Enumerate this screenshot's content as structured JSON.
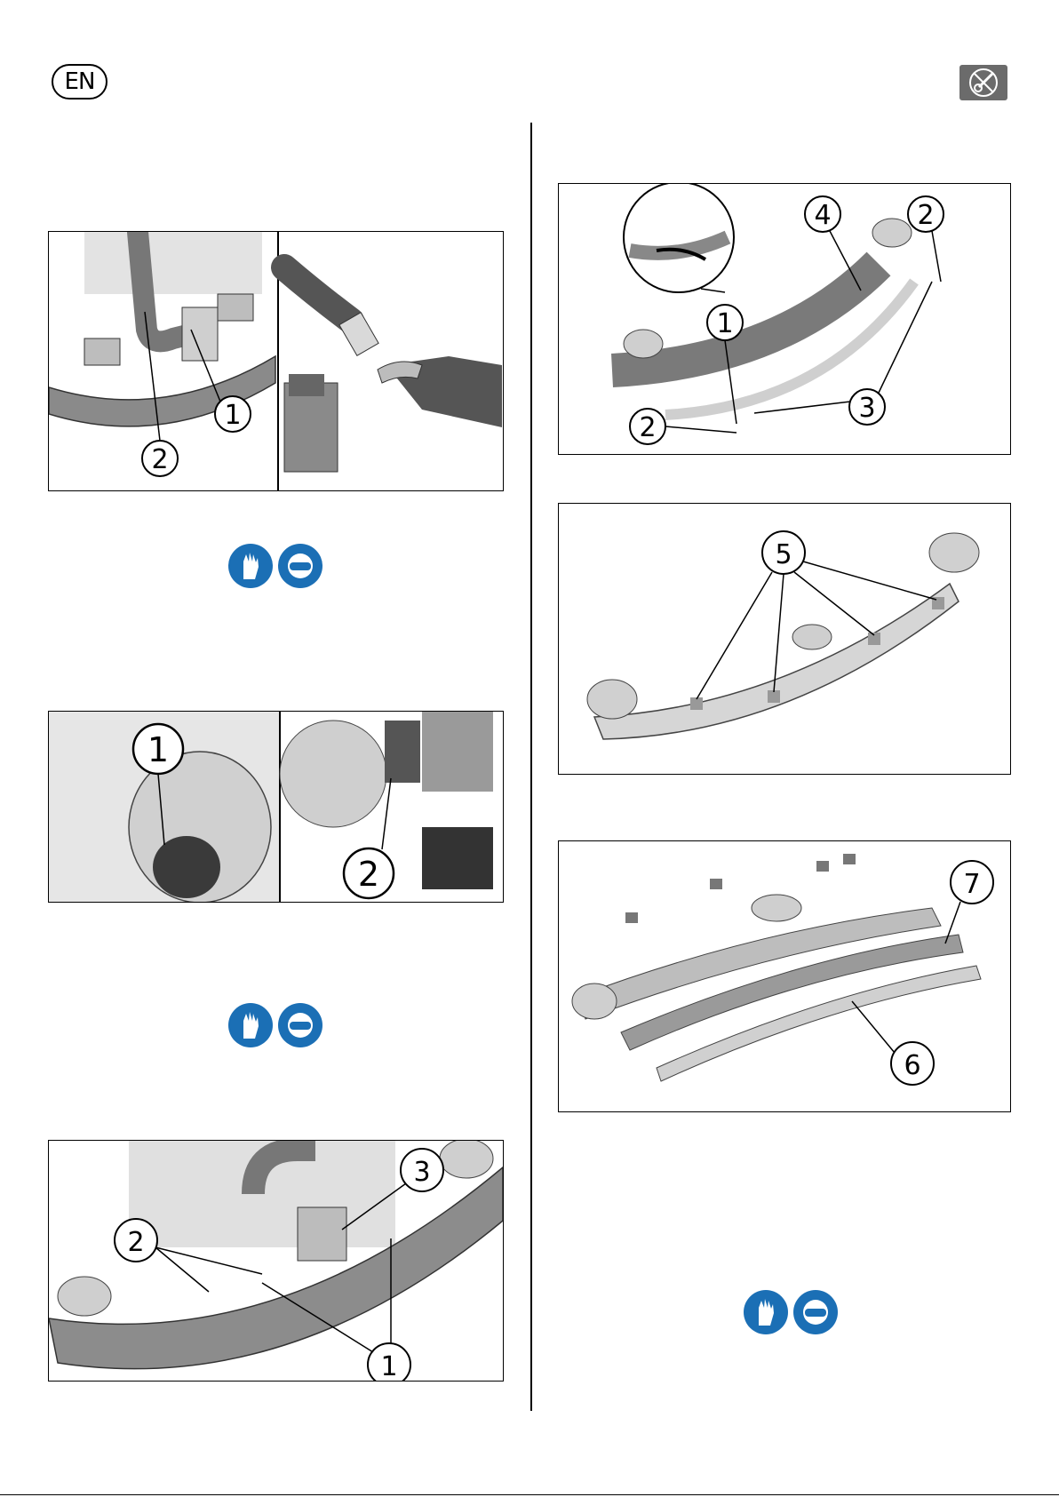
{
  "header": {
    "language_code": "EN",
    "section_icon": "maintenance-tools-icon"
  },
  "figures": {
    "hose_removal": {
      "callouts": [
        "1",
        "2"
      ]
    },
    "filter_check": {
      "callouts": [
        "1",
        "2"
      ]
    },
    "squeegee_mount": {
      "callouts": [
        "3",
        "2",
        "1"
      ]
    },
    "blade_exploded": {
      "callouts": [
        "4",
        "2",
        "1",
        "3",
        "2"
      ]
    },
    "blade_knobs": {
      "callouts": [
        "5"
      ]
    },
    "blade_strips": {
      "callouts": [
        "7",
        "6"
      ]
    }
  },
  "ppe_icons": [
    "gloves-icon",
    "goggles-icon"
  ],
  "colors": {
    "ppe_blue": "#1b6fb5",
    "badge_gray": "#6b6b6b"
  }
}
